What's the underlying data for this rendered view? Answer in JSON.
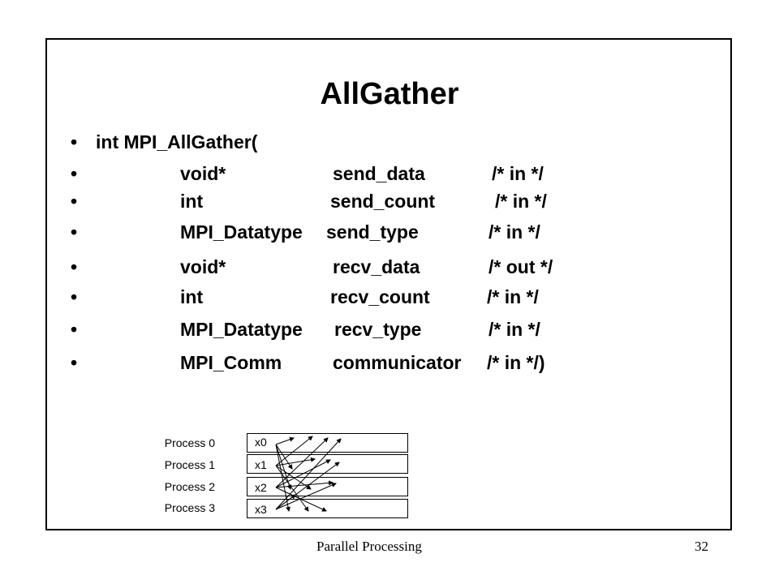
{
  "slide": {
    "title": "AllGather",
    "lines": [
      {
        "bullet": "•",
        "a": "int MPI_AllGather(",
        "b": "",
        "c": ""
      },
      {
        "bullet": "•",
        "a": "void*",
        "b": "send_data",
        "c": "/* in    */"
      },
      {
        "bullet": "•",
        "a": "int",
        "b": "send_count",
        "c": "/* in  */"
      },
      {
        "bullet": "•",
        "a": "MPI_Datatype",
        "b": "send_type",
        "c": "/* in   */"
      },
      {
        "bullet": "•",
        "a": "void*",
        "b": "recv_data",
        "c": "/* out   */"
      },
      {
        "bullet": "•",
        "a": "int",
        "b": "recv_count",
        "c": "/* in  */"
      },
      {
        "bullet": "•",
        "a": "MPI_Datatype",
        "b": "recv_type",
        "c": "/* in   */"
      },
      {
        "bullet": "•",
        "a": "MPI_Comm",
        "b": "communicator",
        "c": "/* in */)"
      }
    ],
    "diagram": {
      "process_labels": [
        "Process 0",
        "Process 1",
        "Process 2",
        "Process 3"
      ],
      "values": [
        "x0",
        "x1",
        "x2",
        "x3"
      ]
    },
    "footer": {
      "left": "Parallel Processing",
      "right": "32"
    }
  }
}
